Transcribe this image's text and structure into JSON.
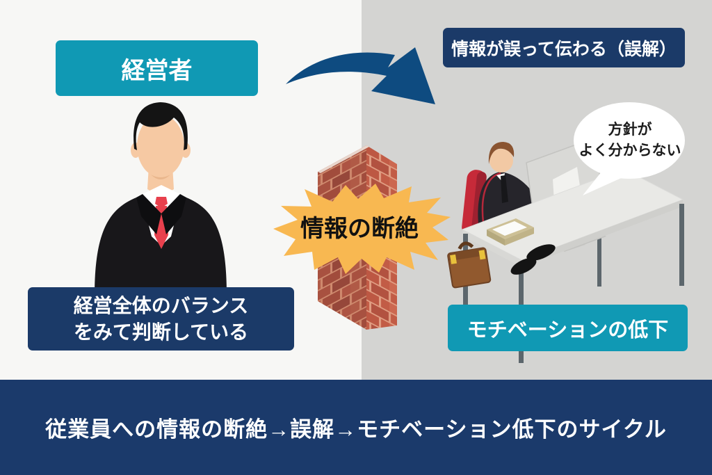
{
  "manager_section": {
    "role_label": "経営者",
    "caption_line1": "経営全体のバランス",
    "caption_line2": "をみて判断している"
  },
  "employee_section": {
    "misunderstanding_label": "情報が誤って伝わる（誤解）",
    "speech_line1": "方針が",
    "speech_line2": "よく分からない",
    "motivation_label": "モチベーションの低下"
  },
  "center": {
    "burst_label": "情報の断絶"
  },
  "footer": {
    "cycle_text": "従業員への情報の断絶→誤解→モチベーション低下のサイクル"
  },
  "colors": {
    "navy_box": "#1b3a68",
    "teal_box": "#1099b4",
    "banner_navy": "#1b3a6b",
    "arrow_navy": "#0e4b80",
    "burst_orange": "#f8b851",
    "bg_left": "#f7f7f5",
    "bg_right": "#d4d4d2",
    "brick_front": "#a85140",
    "brick_side": "#c25c46",
    "tie_red": "#e8404d",
    "chair_red": "#c62a39"
  }
}
